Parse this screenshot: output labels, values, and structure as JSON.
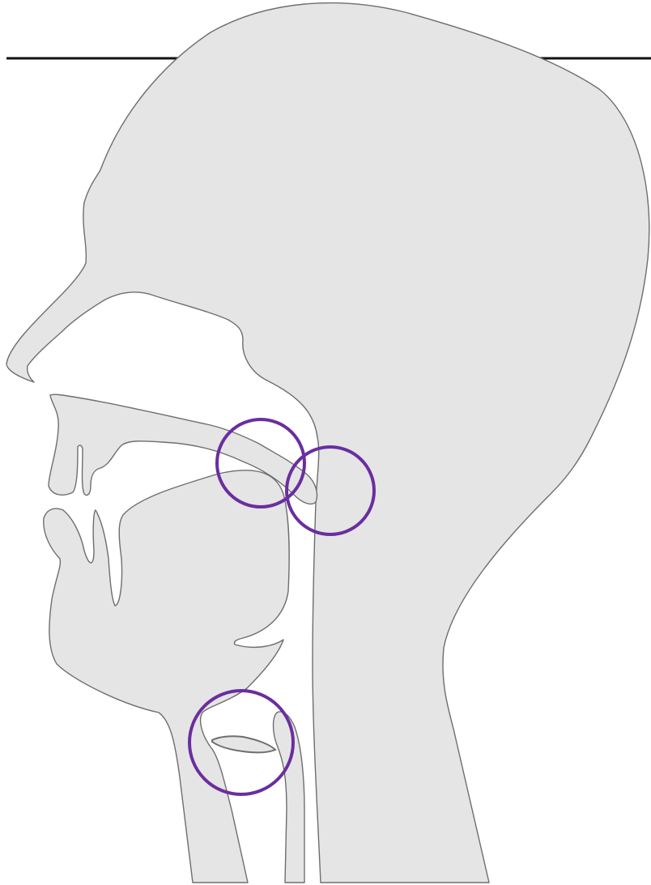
{
  "diagram": {
    "kind": "midsagittal-head-section",
    "highlight_markers": [
      {
        "id": "velum-marker",
        "target": "soft-palate"
      },
      {
        "id": "uvula-pharynx-marker",
        "target": "uvula-pharyngeal-wall"
      },
      {
        "id": "larynx-marker",
        "target": "vocal-folds"
      }
    ]
  },
  "colors": {
    "background": "#ffffff",
    "tissue_fill": "#e5e5e5",
    "outline": "#6e6e6e",
    "marker": "#6a2ea0",
    "rule_line": "#111111"
  }
}
